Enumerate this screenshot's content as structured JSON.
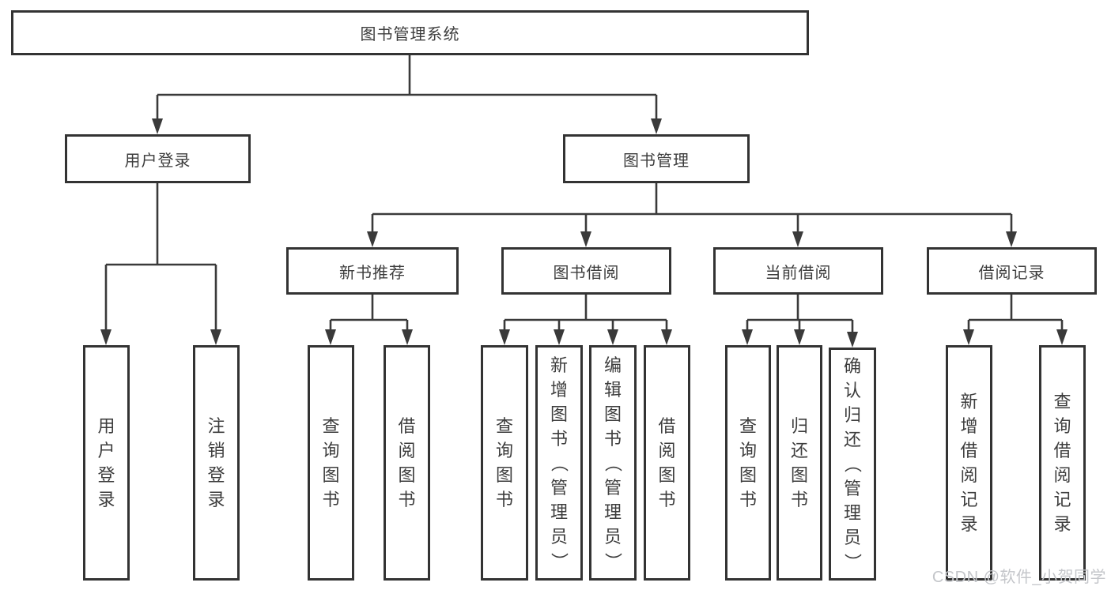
{
  "diagram": {
    "root": {
      "label": "图书管理系统"
    },
    "login": {
      "label": "用户登录",
      "children": [
        {
          "label": "用户登录"
        },
        {
          "label": "注销登录"
        }
      ]
    },
    "management": {
      "label": "图书管理",
      "sections": [
        {
          "label": "新书推荐",
          "children": [
            {
              "label": "查询图书"
            },
            {
              "label": "借阅图书"
            }
          ]
        },
        {
          "label": "图书借阅",
          "children": [
            {
              "label": "查询图书"
            },
            {
              "label": "新增图书（管理员）"
            },
            {
              "label": "编辑图书（管理员）"
            },
            {
              "label": "借阅图书"
            }
          ]
        },
        {
          "label": "当前借阅",
          "children": [
            {
              "label": "查询图书"
            },
            {
              "label": "归还图书"
            },
            {
              "label": "确认归还（管理员）"
            }
          ]
        },
        {
          "label": "借阅记录",
          "children": [
            {
              "label": "新增借阅记录"
            },
            {
              "label": "查询借阅记录"
            }
          ]
        }
      ]
    }
  },
  "watermark": {
    "text": "CSDN @软件_小贺同学"
  },
  "colors": {
    "line": "#3a3a3a",
    "border": "#333333",
    "text": "#3d3d3d",
    "watermark": "#c4c6ca",
    "background": "#ffffff"
  }
}
